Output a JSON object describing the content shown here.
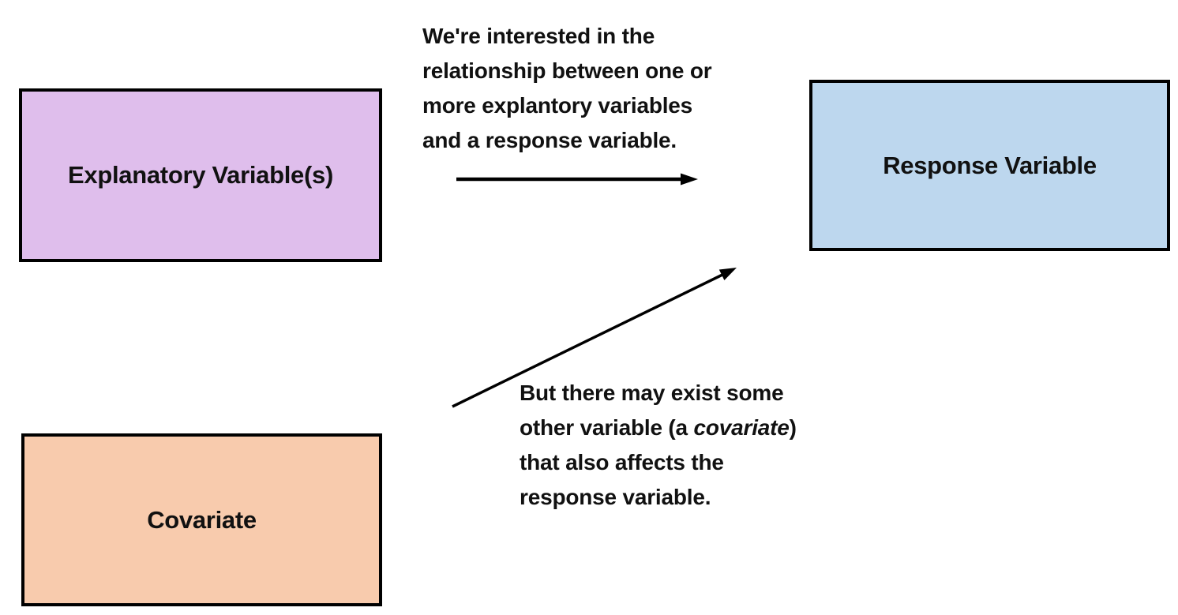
{
  "page": {
    "background": "#FFFFFF"
  },
  "boxes": {
    "explanatory": {
      "label": "Explanatory Variable(s)",
      "fill": "#DFBEEC",
      "border": "#000000"
    },
    "response": {
      "label": "Response Variable",
      "fill": "#BDD7EE",
      "border": "#000000"
    },
    "covariate": {
      "label": "Covariate",
      "fill": "#F8CBAD",
      "border": "#000000"
    }
  },
  "annotations": {
    "interest_note": {
      "line1": "We're interested in the",
      "line2": "relationship between one or",
      "line3": "more explantory variables",
      "line4": "and a response variable."
    },
    "covariate_note": {
      "line1": "But there may exist some",
      "line2_prefix": "other variable (a ",
      "line2_italic": "covariate",
      "line2_suffix": ")",
      "line3": "that also affects the",
      "line4": "response variable."
    }
  },
  "arrows": {
    "main": {
      "color": "#000000"
    },
    "covariate": {
      "color": "#000000"
    }
  }
}
